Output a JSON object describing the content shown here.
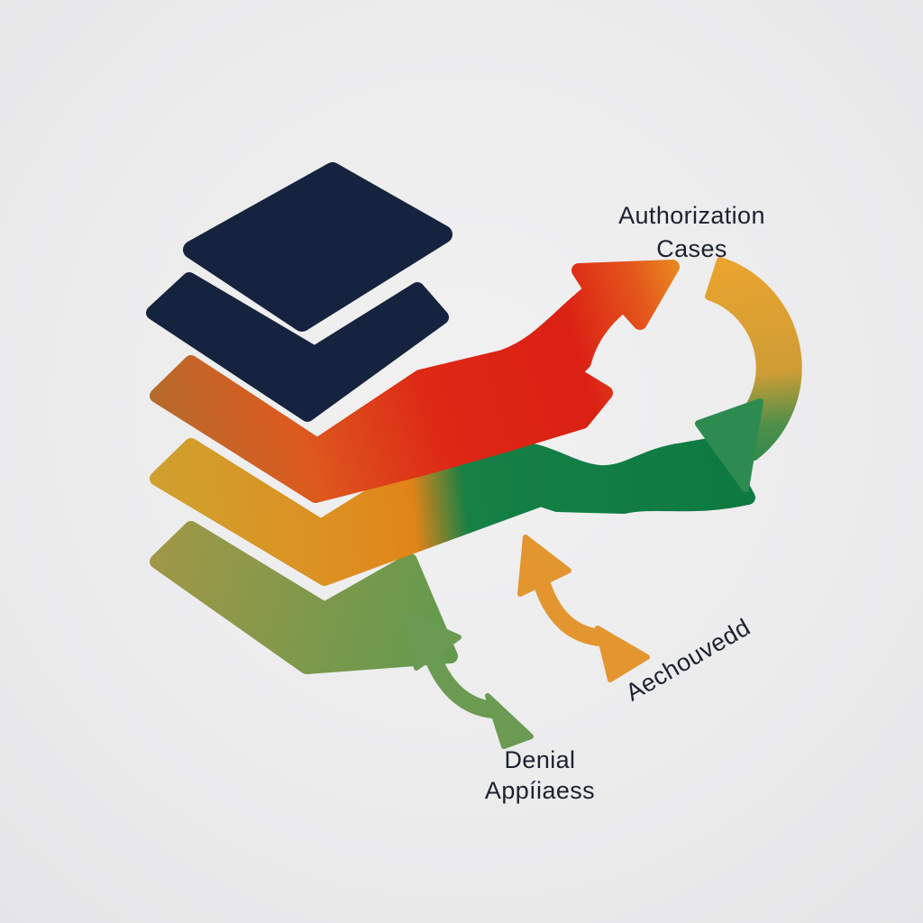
{
  "illustration": {
    "title_semantic": "layered-stack-flow-cycle-diagram",
    "labels": {
      "authorization": {
        "line1": "Authorization",
        "line2": "Cases"
      },
      "achieved": {
        "text": "Aechouvedd"
      },
      "denial": {
        "line1": "Denial",
        "line2": "Appíiaess"
      }
    },
    "colors": {
      "background": "#ececed",
      "navy_layer": "#16233e",
      "red_flow_start": "#b56b2e",
      "red_flow_mid": "#dd2815",
      "red_flow_tip": "#e8861f",
      "gold_layer": "#cfa02e",
      "orange_layer": "#e08419",
      "green_band": "#128045",
      "sage_olive": "#a09747",
      "sage_green": "#639a4e",
      "cycle_arc_orange": "#e9a42e",
      "cycle_arc_green": "#2a8a4d",
      "double_arrow_orange": "#e3952f",
      "double_arrow_green": "#6b9b52",
      "label_text": "#1b2130"
    },
    "icons": [
      "stacked-layer-icon",
      "red-curved-arrow-icon",
      "cycle-arc-arrow-icon",
      "green-wavy-band-icon",
      "orange-double-curved-arrow-icon",
      "green-double-curved-arrow-icon"
    ]
  }
}
